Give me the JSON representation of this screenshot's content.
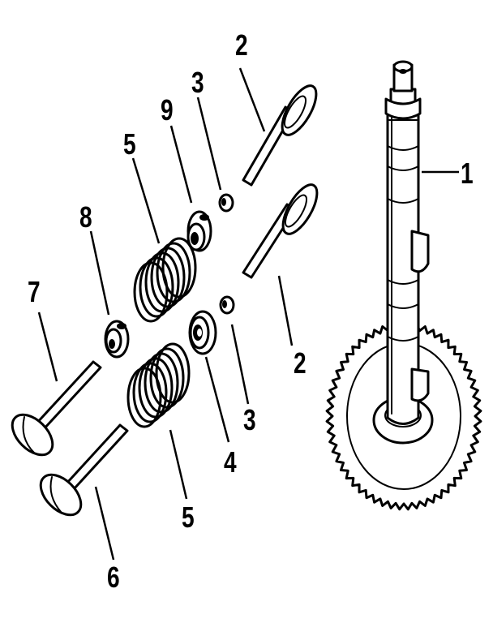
{
  "callouts": {
    "camshaft": "1",
    "intake_valve_top": "2",
    "intake_valve_mid": "2",
    "retainer_top": "3",
    "retainer_mid": "3",
    "seal": "4",
    "spring_top": "5",
    "spring_bottom": "5",
    "valve_6": "6",
    "valve_7": "7",
    "collar_8": "8",
    "collar_9": "9"
  }
}
